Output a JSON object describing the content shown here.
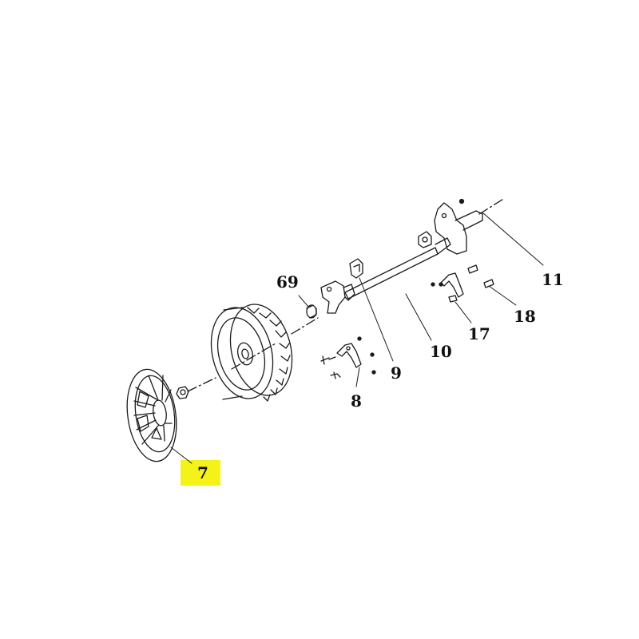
{
  "colors": {
    "line": "#1a1a1a",
    "highlight": "#f5f21a",
    "background": "#ffffff"
  },
  "callouts": {
    "part_69": "69",
    "part_11": "11",
    "part_18": "18",
    "part_17": "17",
    "part_10": "10",
    "part_9": "9",
    "part_8": "8",
    "part_7": "7"
  },
  "highlighted_part": "7"
}
